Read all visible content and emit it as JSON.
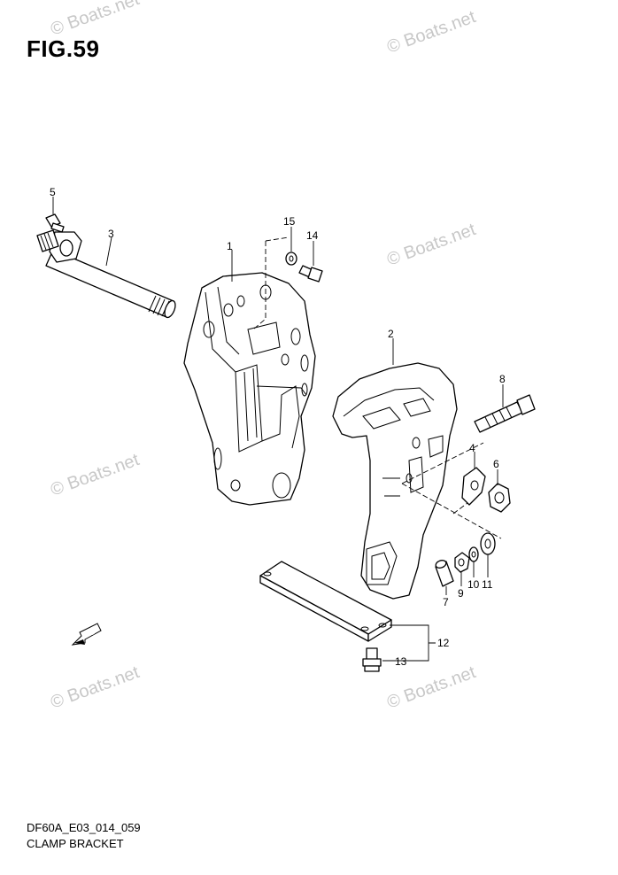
{
  "figure": {
    "title": "FIG.59"
  },
  "footer": {
    "code": "DF60A_E03_014_059",
    "name": "CLAMP BRACKET"
  },
  "watermark": "© Boats.net",
  "fwd_label": "FWD",
  "callouts": {
    "c1": "1",
    "c2": "2",
    "c3": "3",
    "c4": "4",
    "c5": "5",
    "c6": "6",
    "c7": "7",
    "c8": "8",
    "c9": "9",
    "c10": "10",
    "c11": "11",
    "c12": "12",
    "c13": "13",
    "c14": "14",
    "c15": "15"
  }
}
